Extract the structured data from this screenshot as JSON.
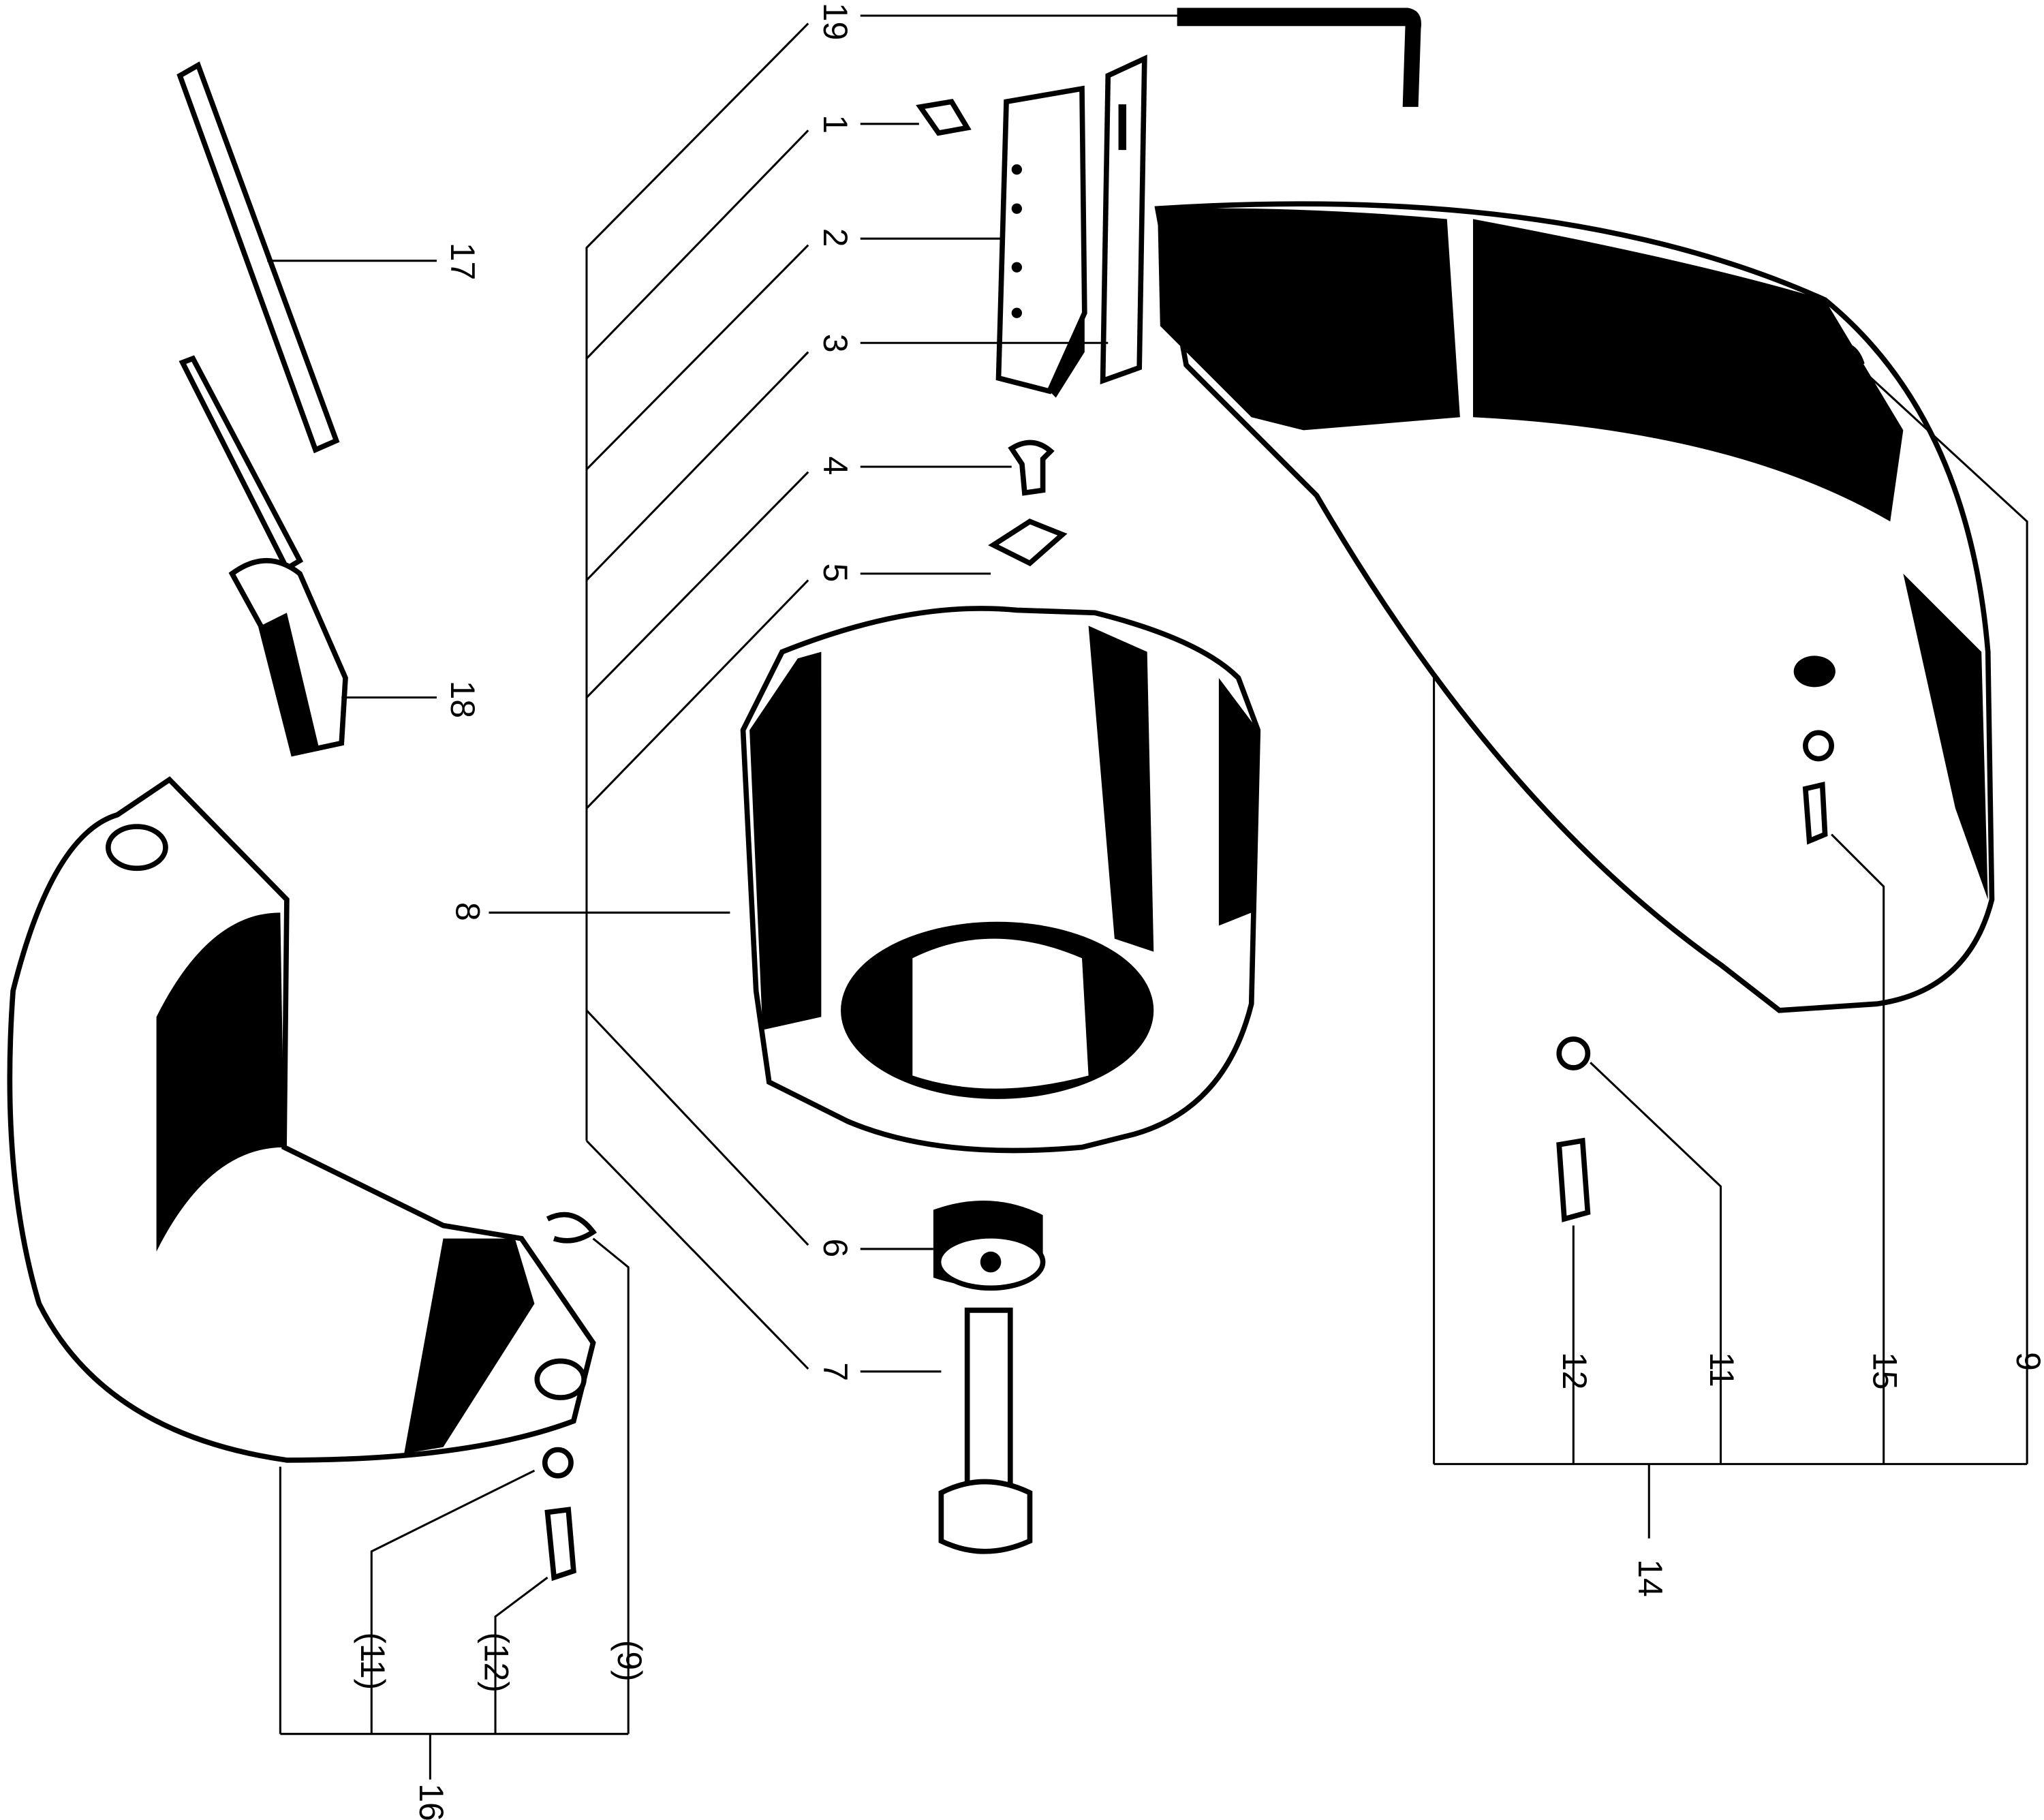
{
  "diagram": {
    "type": "exploded parts diagram",
    "colors": {
      "ink": "#000000",
      "paper": "#ffffff"
    },
    "part_labels": {
      "p19": "19",
      "p1": "1",
      "p2": "2",
      "p3": "3",
      "p4": "4",
      "p5": "5",
      "p8": "8",
      "p6": "6",
      "p7": "7",
      "p17": "17",
      "p18": "18",
      "p9": "9",
      "p15": "15",
      "p11": "11",
      "p12": "12",
      "p14": "14",
      "p16": "16",
      "p11b": "(11)",
      "p12b": "(12)",
      "p9b": "(9)"
    }
  }
}
